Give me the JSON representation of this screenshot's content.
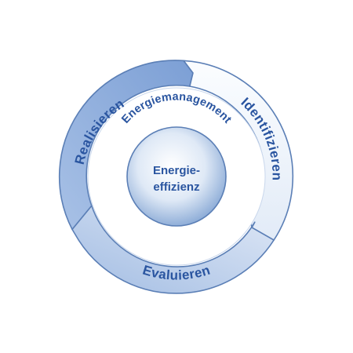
{
  "cycle": {
    "stages": {
      "realisieren": "Realisieren",
      "identifizieren": "Identifizieren",
      "evaluieren": "Evaluieren"
    },
    "inner_label": "Energiemanagement",
    "center_line1": "Energie-",
    "center_line2": "effizienz"
  },
  "colors": {
    "text": "#2a55a0",
    "outline": "#5b7fb6",
    "segment_realisieren": "#8faedb",
    "segment_identifizieren": "#eef3fa",
    "segment_evaluieren": "#bcd0ec",
    "inner_ring": "#ffffff",
    "core_center": "#f4f8fd",
    "core_edge": "#8aaad6"
  }
}
